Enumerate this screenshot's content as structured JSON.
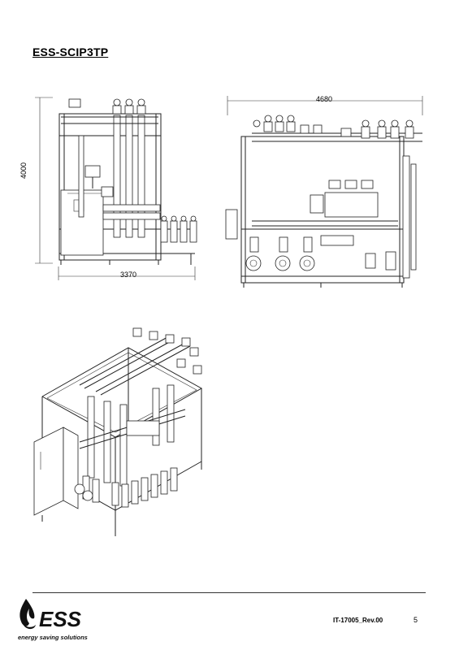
{
  "page": {
    "title": "ESS-SCIP3TP",
    "document_code": "IT-17005_Rev.00",
    "page_number": "5"
  },
  "drawings": {
    "side_view": {
      "height_dim": "4000",
      "width_dim": "3370"
    },
    "front_view": {
      "width_dim": "4680"
    }
  },
  "logo": {
    "wordmark": "ESS",
    "tagline": "energy saving solutions"
  }
}
